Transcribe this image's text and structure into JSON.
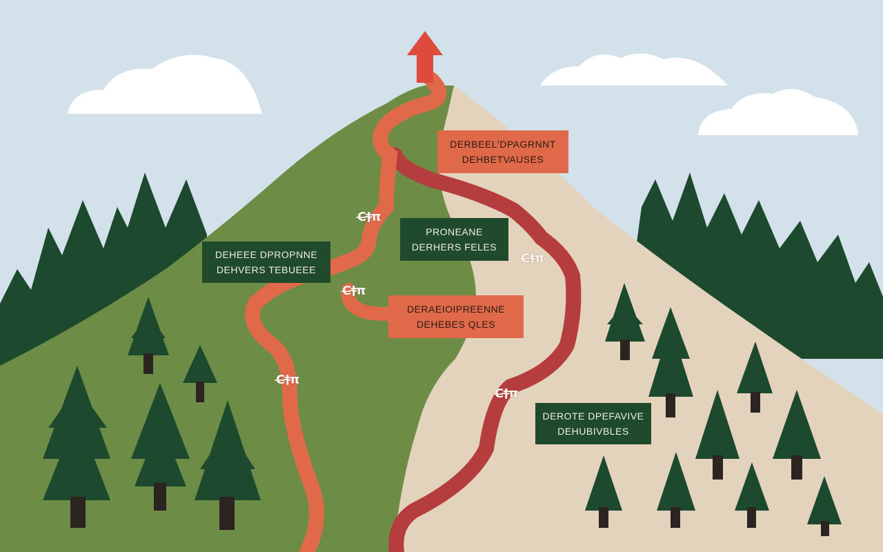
{
  "colors": {
    "sky": "#d3e1eb",
    "cloud": "#ffffff",
    "forest_dark": "#1d4a2e",
    "hill_green": "#6d8c45",
    "hill_sand": "#e3d3bc",
    "trail_orange": "#e0694a",
    "trail_red": "#b53d3e",
    "summit_arrow": "#de4b3c",
    "label_orange": "#e0694a",
    "label_green": "#1f4a2c"
  },
  "labels": [
    {
      "line1": "DERBEEL'DPAGRNNT",
      "line2": "DEHBETVAUSES",
      "style": "orange"
    },
    {
      "line1": "PRONEANE",
      "line2": "DERHERS FELES",
      "style": "green"
    },
    {
      "line1": "DEHEEE DPROPNNE",
      "line2": "DEHVERS TEBUEEE",
      "style": "green"
    },
    {
      "line1": "DERAEIOIPREENNE",
      "line2": "DEHEBES QLES",
      "style": "orange"
    },
    {
      "line1": "DEROTE DPEFAVIVE",
      "line2": "DEHUBIVBLES",
      "style": "green"
    }
  ],
  "markers": [
    {
      "icon": "milestone-person-icon",
      "text": "C̶†̴π"
    },
    {
      "icon": "milestone-person-icon",
      "text": "C̶†̴π"
    },
    {
      "icon": "milestone-person-icon",
      "text": "C̶†̴π"
    },
    {
      "icon": "milestone-person-icon",
      "text": "C̶†̴π"
    },
    {
      "icon": "milestone-person-icon",
      "text": "C̶†̴π"
    }
  ],
  "summit": {
    "icon": "summit-arrow-icon"
  }
}
